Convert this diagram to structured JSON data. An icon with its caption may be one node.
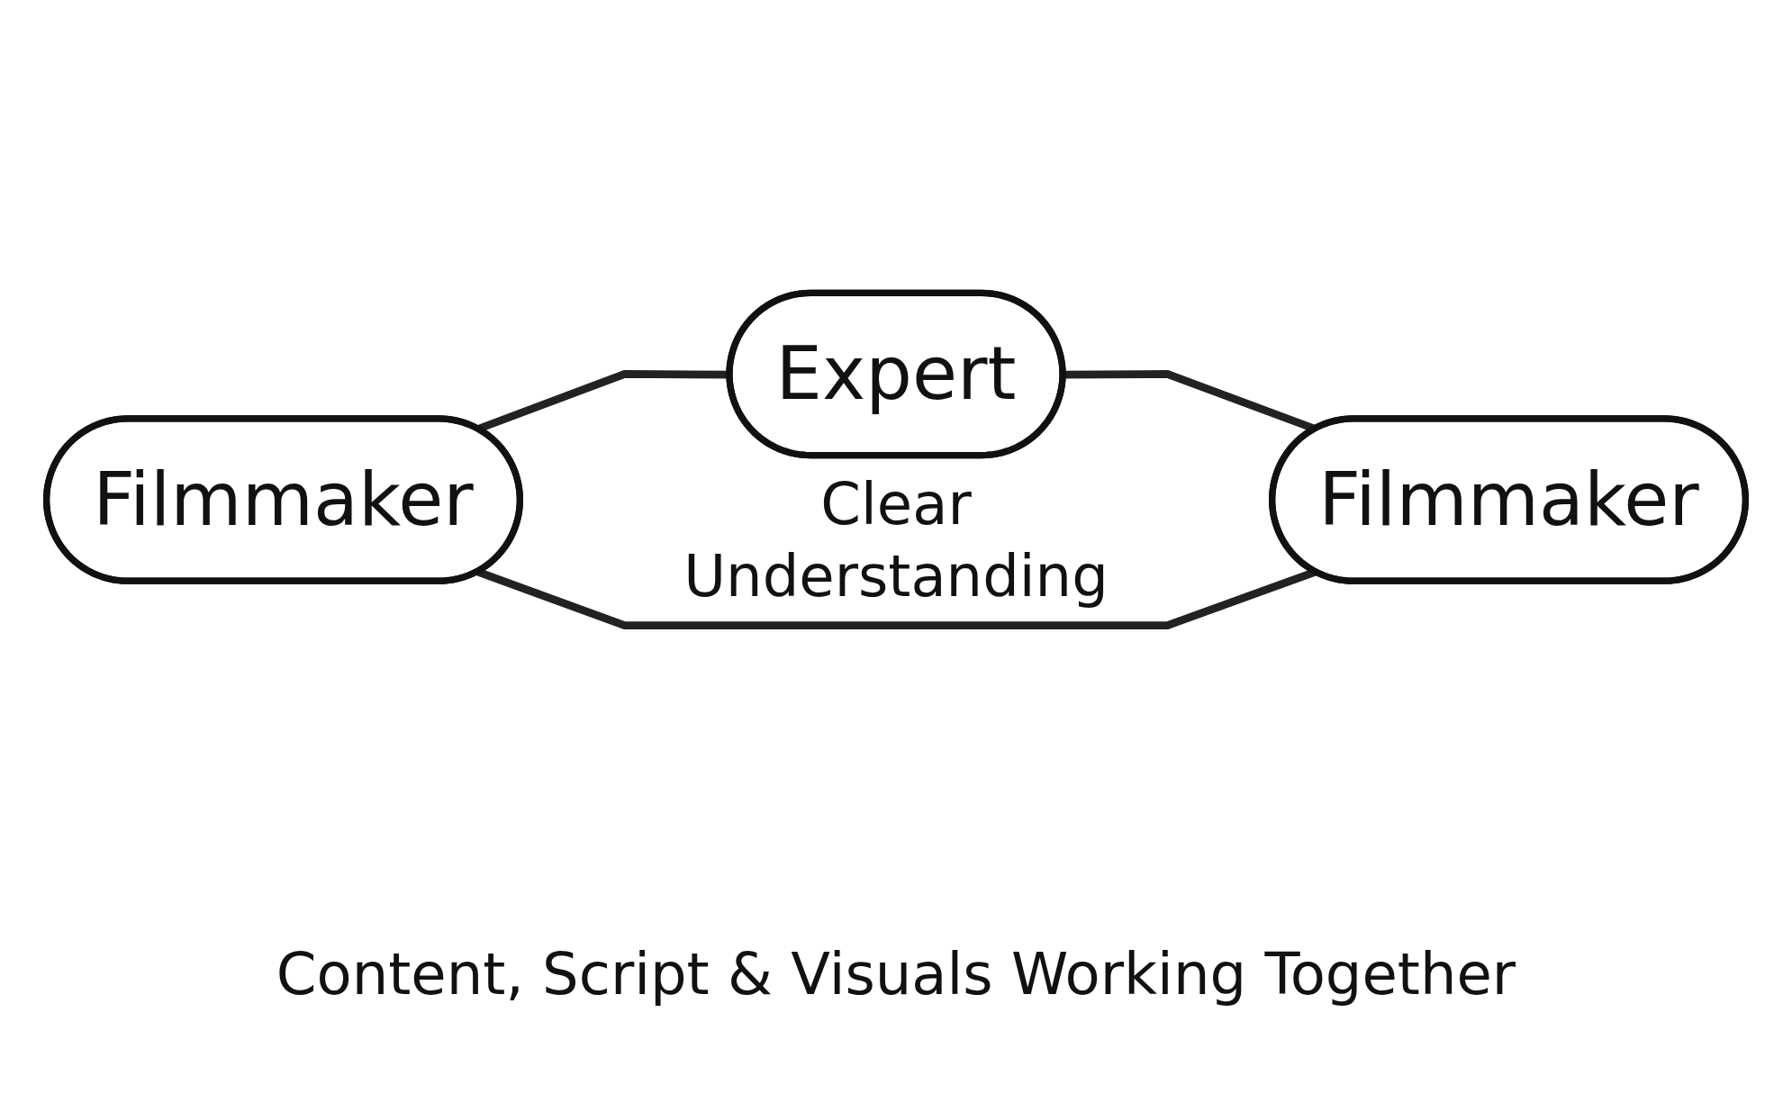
{
  "diagram": {
    "caption": "Content, Script & Visuals Working Together",
    "nodes": [
      {
        "text": [
          "Expert"
        ]
      },
      {
        "text": [
          "Filmmaker"
        ]
      },
      {
        "text": [
          "Filmmaker"
        ]
      }
    ],
    "edges": [
      {
        "from": 1,
        "to": 0,
        "arrow": "none"
      },
      {
        "from": 0,
        "to": 2,
        "arrow": "none"
      },
      {
        "from": 1,
        "to": 2,
        "arrow": "none"
      }
    ],
    "labels": [
      "Clear Understanding"
    ]
  }
}
